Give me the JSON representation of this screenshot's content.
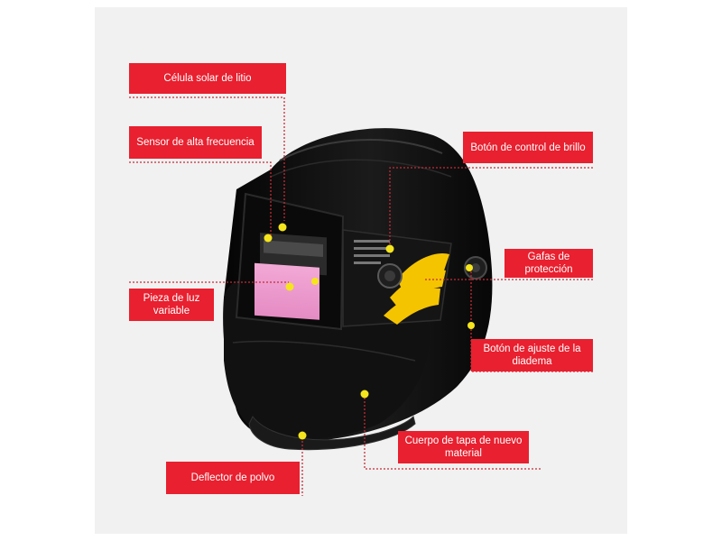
{
  "labels": {
    "solar_cell": "Célula solar de litio",
    "hf_sensor": "Sensor de alta frecuencia",
    "variable_light": "Pieza de luz variable",
    "dust_deflector": "Deflector de polvo",
    "brightness_button": "Botón de control de brillo",
    "goggles": "Gafas de protección",
    "headband_button": "Botón de ajuste de la diadema",
    "cover_body": "Cuerpo de tapa de nuevo material"
  },
  "colors": {
    "label_bg": "#e8202f",
    "leader": "#c62b36",
    "marker": "#f5e51c",
    "helmet": "#0d0d0d",
    "panel": "#f1f1f1"
  }
}
